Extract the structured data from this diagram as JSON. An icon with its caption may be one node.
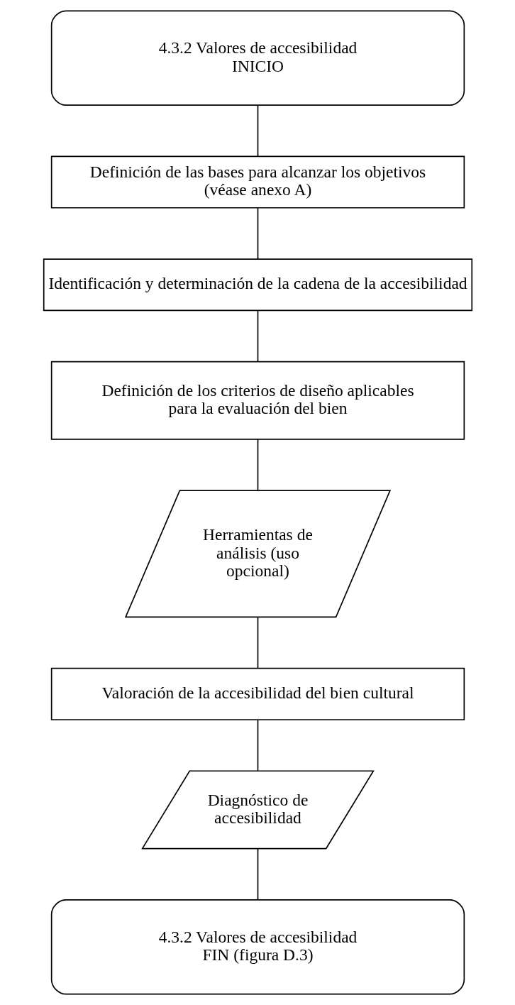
{
  "diagram": {
    "nodes": [
      {
        "text": [
          "4.3.2 Valores de accesibilidad",
          "INICIO"
        ]
      },
      {
        "text": [
          "Definición de las bases para alcanzar los objetivos (véase anexo A)"
        ]
      },
      {
        "text": [
          "Identificación y determinación de la cadena de la accesibilidad"
        ]
      },
      {
        "text": [
          "Definición de los criterios de diseño aplicables para la evaluación del bien"
        ]
      },
      {
        "text": [
          "Herramientas de análisis (uso opcional)"
        ]
      },
      {
        "text": [
          "Valoración de la accesibilidad del bien cultural"
        ]
      },
      {
        "text": [
          "Diagnóstico de accesibilidad"
        ]
      },
      {
        "text": [
          "4.3.2 Valores de accesibilidad",
          "FIN (figura D.3)"
        ]
      }
    ],
    "edges": [
      {
        "from": 0,
        "to": 1,
        "arrow": "none"
      },
      {
        "from": 1,
        "to": 2,
        "arrow": "none"
      },
      {
        "from": 2,
        "to": 3,
        "arrow": "none"
      },
      {
        "from": 3,
        "to": 4,
        "arrow": "none"
      },
      {
        "from": 4,
        "to": 5,
        "arrow": "none"
      },
      {
        "from": 5,
        "to": 6,
        "arrow": "none"
      },
      {
        "from": 6,
        "to": 7,
        "arrow": "none"
      }
    ]
  }
}
